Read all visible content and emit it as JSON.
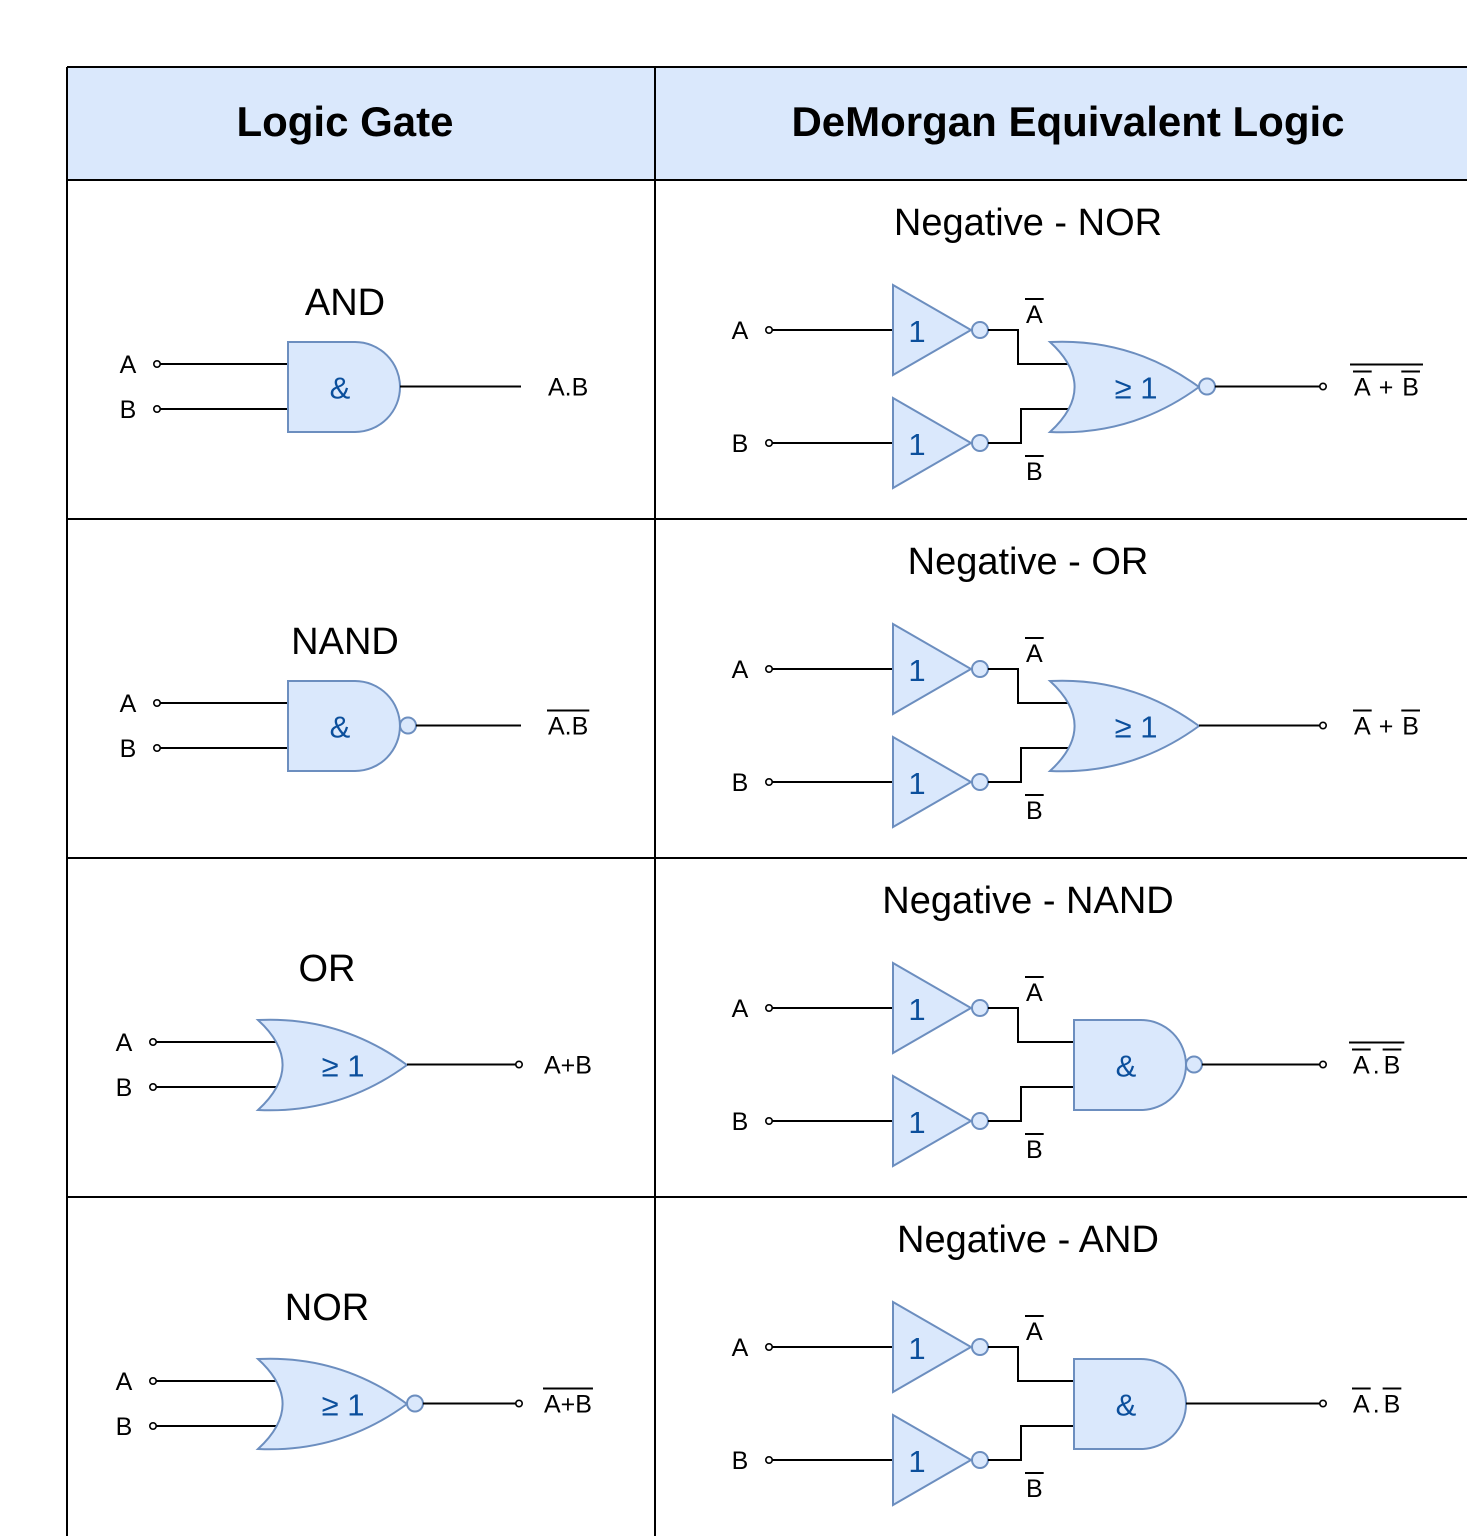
{
  "headers": {
    "left": "Logic Gate",
    "right": "DeMorgan Equivalent Logic"
  },
  "colors": {
    "header_bg": "#dae8fc",
    "gate_fill": "#dae8fc",
    "gate_stroke": "#6c8ebf",
    "symbol_text": "#0b4f9c"
  },
  "rows": [
    {
      "gate": {
        "name": "AND",
        "type": "and",
        "symbol": "&",
        "bubble": false,
        "tip": false,
        "in_a": "A",
        "in_b": "B",
        "output": "A.B",
        "output_overbar": false
      },
      "equiv": {
        "title": "Negative - NOR",
        "type": "or",
        "symbol": "≥ 1",
        "bubble": true,
        "inv_symbol": "1",
        "in_a": "A",
        "in_b": "B",
        "a_not": "A",
        "b_not": "B",
        "out_a": "A",
        "out_op": "+",
        "out_b": "B",
        "out_longbar": true
      }
    },
    {
      "gate": {
        "name": "NAND",
        "type": "and",
        "symbol": "&",
        "bubble": true,
        "tip": false,
        "in_a": "A",
        "in_b": "B",
        "output": "A.B",
        "output_overbar": true
      },
      "equiv": {
        "title": "Negative - OR",
        "type": "or",
        "symbol": "≥ 1",
        "bubble": false,
        "inv_symbol": "1",
        "in_a": "A",
        "in_b": "B",
        "a_not": "A",
        "b_not": "B",
        "out_a": "A",
        "out_op": "+",
        "out_b": "B",
        "out_longbar": false
      }
    },
    {
      "gate": {
        "name": "OR",
        "type": "or",
        "symbol": "≥ 1",
        "bubble": false,
        "tip": true,
        "in_a": "A",
        "in_b": "B",
        "output": "A+B",
        "output_overbar": false
      },
      "equiv": {
        "title": "Negative - NAND",
        "type": "and",
        "symbol": "&",
        "bubble": true,
        "inv_symbol": "1",
        "in_a": "A",
        "in_b": "B",
        "a_not": "A",
        "b_not": "B",
        "out_a": "A",
        "out_op": ".",
        "out_b": "B",
        "out_longbar": true
      }
    },
    {
      "gate": {
        "name": "NOR",
        "type": "or",
        "symbol": "≥ 1",
        "bubble": true,
        "tip": true,
        "in_a": "A",
        "in_b": "B",
        "output": "A+B",
        "output_overbar": true
      },
      "equiv": {
        "title": "Negative - AND",
        "type": "and",
        "symbol": "&",
        "bubble": false,
        "inv_symbol": "1",
        "in_a": "A",
        "in_b": "B",
        "a_not": "A",
        "b_not": "B",
        "out_a": "A",
        "out_op": ".",
        "out_b": "B",
        "out_longbar": false
      }
    }
  ]
}
